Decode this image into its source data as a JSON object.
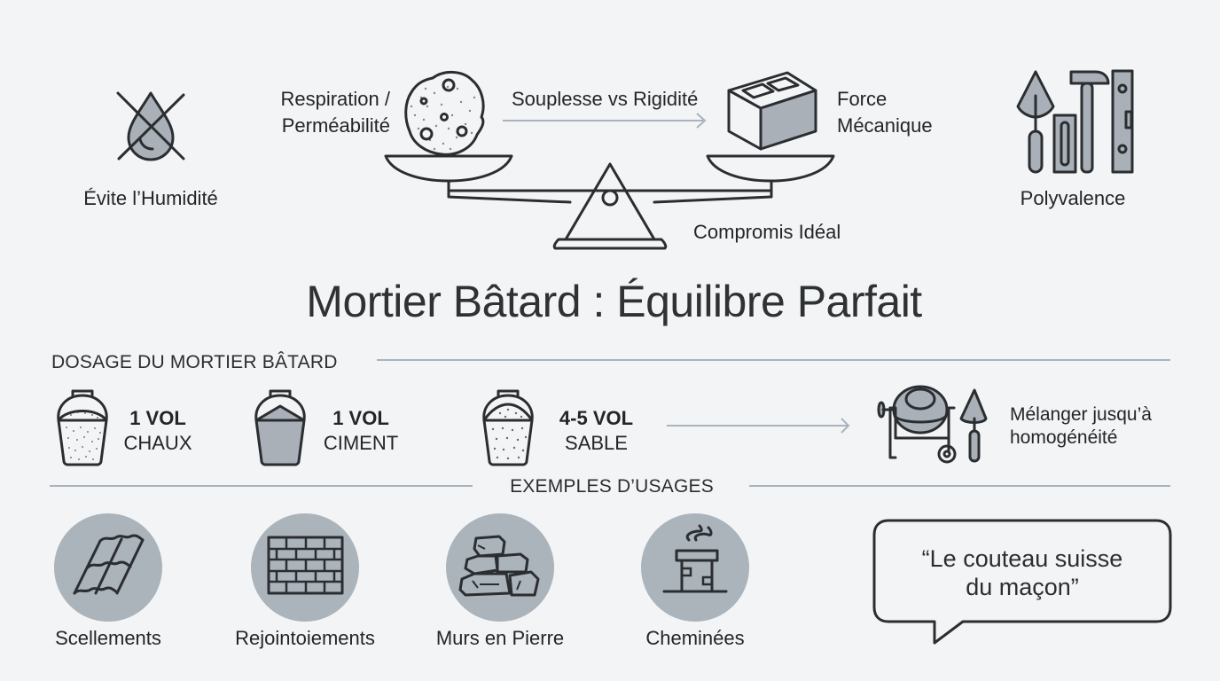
{
  "header": {
    "title": "Mortier Bâtard : Équilibre Parfait"
  },
  "balance": {
    "left_label_line1": "Respiration /",
    "left_label_line2": "Perméabilité",
    "arrow_label": "Souplesse vs Rigidité",
    "right_label_line1": "Force",
    "right_label_line2": "Mécanique",
    "fulcrum_label": "Compromis Idéal",
    "left_icon": "porous-mortar-icon",
    "right_icon": "concrete-block-icon"
  },
  "benefits": [
    {
      "label": "Évite l’Humidité",
      "icon": "no-water-drop-icon"
    },
    {
      "label": "Polyvalence",
      "icon": "mason-tools-icon"
    }
  ],
  "dosage": {
    "section_title": "DOSAGE DU MORTIER BÂTARD",
    "items": [
      {
        "amount": "1 VOL",
        "material": "CHAUX",
        "icon": "bucket-lime-icon"
      },
      {
        "amount": "1 VOL",
        "material": "CIMENT",
        "icon": "bucket-cement-icon"
      },
      {
        "amount": "4-5 VOL",
        "material": "SABLE",
        "icon": "bucket-sand-icon"
      }
    ],
    "result_line1": "Mélanger jusqu’à",
    "result_line2": "homogénéité",
    "result_icon": "cement-mixer-trowel-icon"
  },
  "usages": {
    "section_title": "EXEMPLES D’USAGES",
    "items": [
      {
        "label": "Scellements",
        "icon": "roof-tiles-icon"
      },
      {
        "label": "Rejointoiements",
        "icon": "brick-wall-icon"
      },
      {
        "label": "Murs en Pierre",
        "icon": "stone-wall-icon"
      },
      {
        "label": "Cheminées",
        "icon": "chimney-icon"
      }
    ]
  },
  "quote": {
    "line1": "“Le couteau suisse",
    "line2": "du maçon”"
  },
  "colors": {
    "background": "#f3f4f5",
    "icon_fill": "#a9b0b8",
    "stroke": "#2b2e31",
    "divider": "#a9b3bd",
    "text": "#222629"
  }
}
